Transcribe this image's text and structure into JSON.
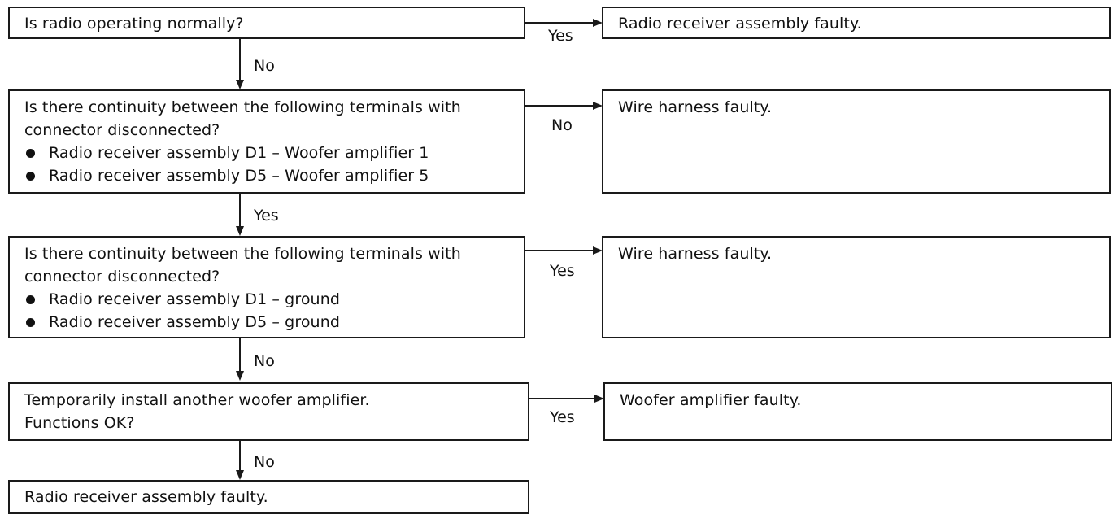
{
  "step1": {
    "question": "Is radio operating normally?",
    "yes_label": "Yes",
    "no_label": "No",
    "yes_result": "Radio receiver assembly faulty."
  },
  "step2": {
    "question_line1": "Is there continuity between the following terminals with",
    "question_line2": "connector disconnected?",
    "bullets": [
      "Radio receiver assembly D1 – Woofer amplifier 1",
      "Radio receiver assembly D5 – Woofer amplifier 5"
    ],
    "no_label": "No",
    "yes_label": "Yes",
    "no_result": "Wire harness faulty."
  },
  "step3": {
    "question_line1": "Is there continuity between the following terminals with",
    "question_line2": "connector disconnected?",
    "bullets": [
      "Radio receiver assembly D1 – ground",
      "Radio receiver assembly D5 – ground"
    ],
    "yes_label": "Yes",
    "no_label": "No",
    "yes_result": "Wire harness faulty."
  },
  "step4": {
    "question_line1": "Temporarily install another woofer amplifier.",
    "question_line2": "Functions OK?",
    "yes_label": "Yes",
    "no_label": "No",
    "yes_result": "Woofer amplifier faulty."
  },
  "final_result": "Radio receiver assembly faulty."
}
